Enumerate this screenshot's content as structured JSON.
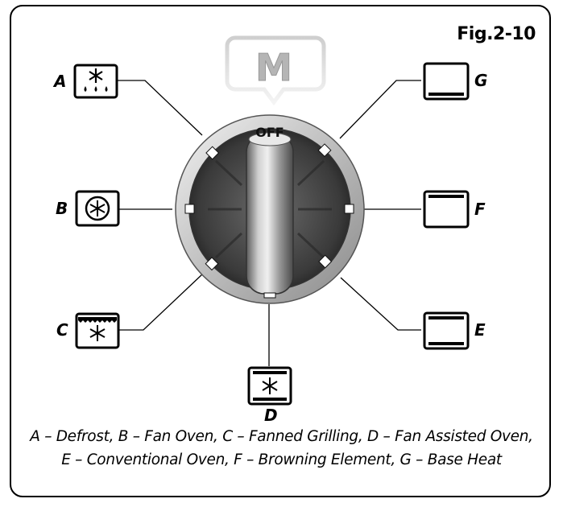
{
  "figure_label": "Fig.2-10",
  "mode_badge": "M",
  "dial_off_label": "OFF",
  "functions": [
    {
      "letter": "A",
      "name": "Defrost",
      "icon": "defrost-icon"
    },
    {
      "letter": "B",
      "name": "Fan Oven",
      "icon": "fan-oven-icon"
    },
    {
      "letter": "C",
      "name": "Fanned Grilling",
      "icon": "fanned-grilling-icon"
    },
    {
      "letter": "D",
      "name": "Fan Assisted Oven",
      "icon": "fan-assisted-oven-icon"
    },
    {
      "letter": "E",
      "name": "Conventional Oven",
      "icon": "conventional-oven-icon"
    },
    {
      "letter": "F",
      "name": "Browning Element",
      "icon": "browning-element-icon"
    },
    {
      "letter": "G",
      "name": "Base Heat",
      "icon": "base-heat-icon"
    }
  ],
  "legend": {
    "line1": "A – Defrost,  B – Fan Oven,  C – Fanned Grilling,  D – Fan Assisted Oven,",
    "line2": "E – Conventional Oven,  F – Browning Element,  G – Base Heat"
  }
}
